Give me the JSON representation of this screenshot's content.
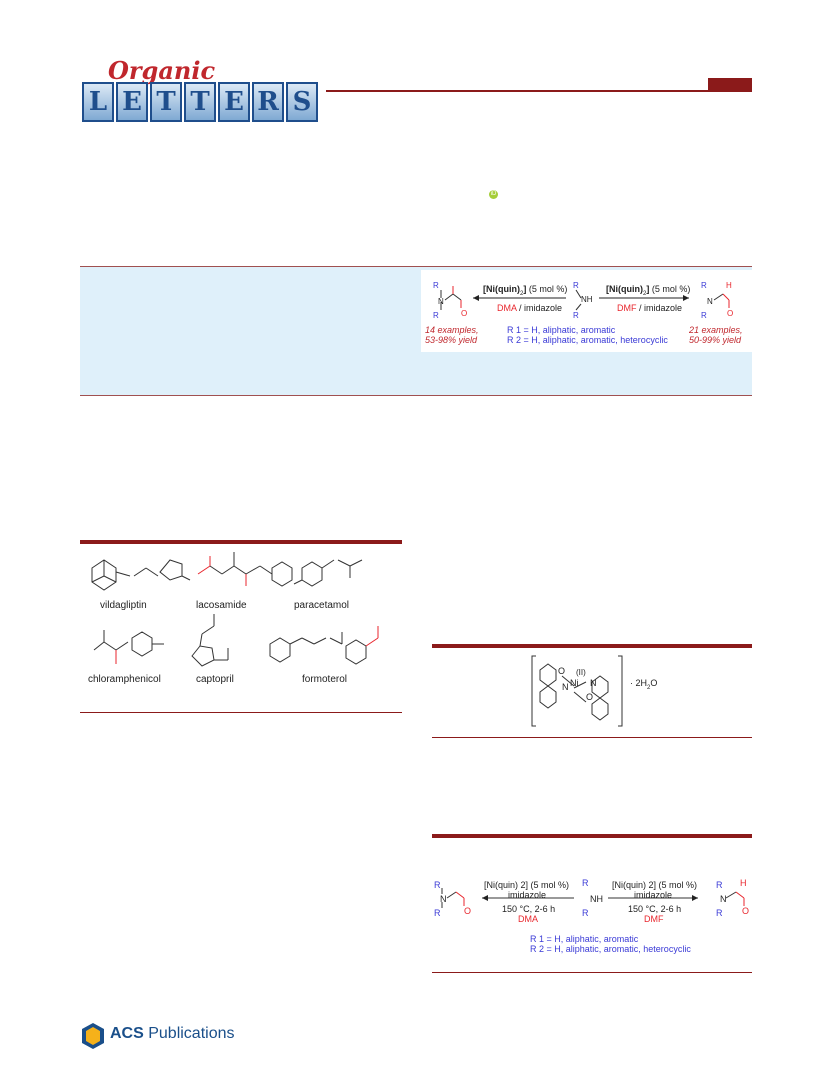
{
  "journal": {
    "script": "Organic",
    "letters": [
      "L",
      "E",
      "T",
      "T",
      "E",
      "R",
      "S"
    ]
  },
  "orcid_glyph": "iD",
  "toc": {
    "left_catalyst": "[Ni(quin)",
    "left_catalyst_sub": "2",
    "left_catalyst_tail": "] (5 mol %)",
    "left_reagent_red": "DMA",
    "left_reagent_tail": " / imidazole",
    "right_catalyst": "[Ni(quin)",
    "right_catalyst_sub": "2",
    "right_catalyst_tail": "] (5 mol %)",
    "right_reagent_red": "DMF",
    "right_reagent_tail": " / imidazole",
    "left_examples": "14 examples,",
    "left_yield": "53-98% yield",
    "right_examples": "21 examples,",
    "right_yield": "50-99% yield",
    "r1_line": "R 1 = H, aliphatic, aromatic",
    "r2_line": "R 2 = H, aliphatic, aromatic, heterocyclic"
  },
  "figure1": {
    "drugs": [
      "vildagliptin",
      "lacosamide",
      "paracetamol",
      "chloramphenicol",
      "captopril",
      "formoterol"
    ]
  },
  "catalyst": {
    "ox": "(II)",
    "metal": "Ni",
    "hydrate": "· 2H",
    "hydrate_sub": "2",
    "hydrate_tail": "O"
  },
  "scheme": {
    "left_catalyst": "[Ni(quin) 2] (5 mol %)",
    "left_base": "imidazole",
    "left_cond": "150 °C, 2-6 h",
    "left_solvent": "DMA",
    "right_catalyst": "[Ni(quin) 2] (5 mol %)",
    "right_base": "imidazole",
    "right_cond": "150 °C, 2-6 h",
    "right_solvent": "DMF",
    "r1_line": "R 1 = H, aliphatic, aromatic",
    "r2_line": "R 2 = H, aliphatic, aromatic, heterocyclic"
  },
  "publisher": {
    "acs": "ACS",
    "pubs": " Publications"
  }
}
